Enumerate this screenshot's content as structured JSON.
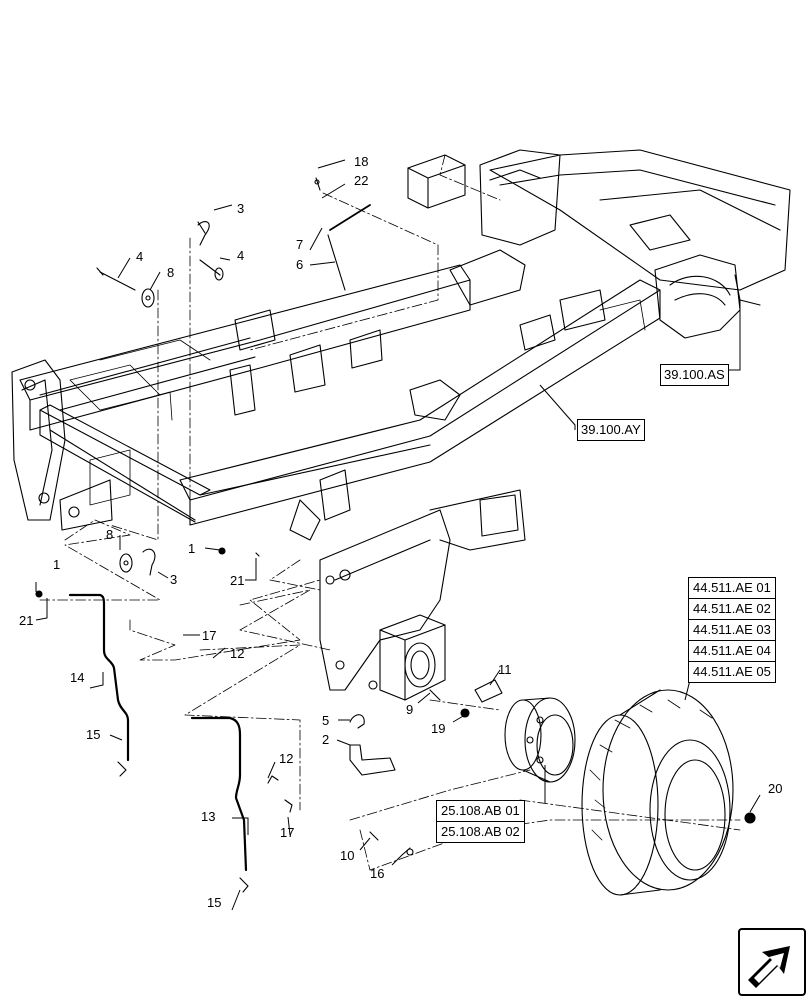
{
  "callouts": {
    "c18": "18",
    "c22": "22",
    "c7": "7",
    "c6": "6",
    "c3_top": "3",
    "c4_left": "4",
    "c8_top": "8",
    "c4_right": "4",
    "c8_bottom": "8",
    "c3_bottom": "3",
    "c1_mid": "1",
    "c21_mid": "21",
    "c1_left": "1",
    "c21_left": "21",
    "c17_top": "17",
    "c12_top": "12",
    "c14": "14",
    "c15_top": "15",
    "c12_bottom": "12",
    "c13": "13",
    "c17_bottom": "17",
    "c15_bottom": "15",
    "c5": "5",
    "c2": "2",
    "c9": "9",
    "c19": "19",
    "c11": "11",
    "c10": "10",
    "c16": "16",
    "c20": "20"
  },
  "references": {
    "ref_frame_rear": "39.100.AS",
    "ref_frame_main": "39.100.AY",
    "wheel_refs": [
      "44.511.AE 01",
      "44.511.AE 02",
      "44.511.AE 03",
      "44.511.AE 04",
      "44.511.AE 05"
    ],
    "hub_refs": [
      "25.108.AB 01",
      "25.108.AB 02"
    ]
  },
  "icons": {
    "nav": "next-page-arrow-icon"
  }
}
